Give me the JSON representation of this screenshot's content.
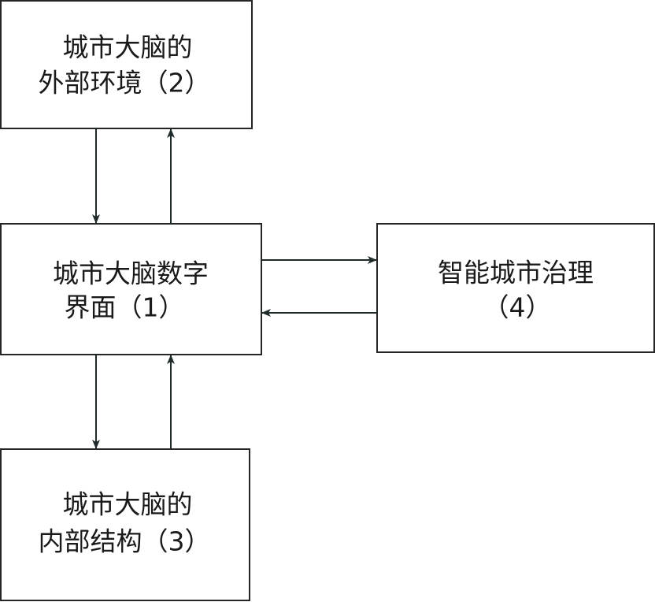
{
  "nodes": {
    "external": {
      "line1": "城市大脑的",
      "line2": "外部环境（2）"
    },
    "interface": {
      "line1": "城市大脑数字",
      "line2": "界面（1）"
    },
    "governance": {
      "line1": "智能城市治理",
      "line2": "（4）"
    },
    "internal": {
      "line1": "城市大脑的",
      "line2": "内部结构（3）"
    }
  },
  "colors": {
    "stroke": "#262626",
    "arrow": "#1f2b2b",
    "background": "#ffffff"
  }
}
